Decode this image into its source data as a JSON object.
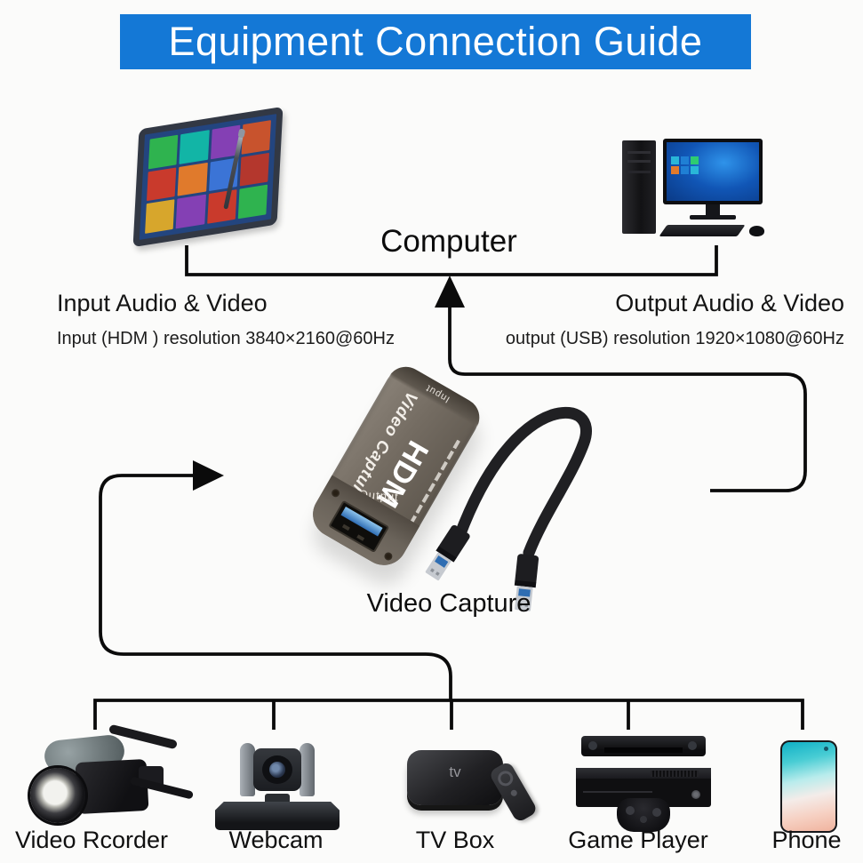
{
  "header": {
    "title": "Equipment Connection Guide"
  },
  "colors": {
    "banner_bg": "#1478d6",
    "banner_fg": "#ffffff",
    "line": "#0b0b0b"
  },
  "computer": {
    "label": "Computer"
  },
  "input_info": {
    "title": "Input Audio & Video",
    "detail": "Input (HDM ) resolution 3840×2160@60Hz"
  },
  "output_info": {
    "title": "Output Audio & Video",
    "detail": "output (USB) resolution 1920×1080@60Hz"
  },
  "capture": {
    "label": "Video Capture",
    "print_brand": "HDMI",
    "print_side": "Video Capture",
    "print_input": "Input",
    "print_output": "Output"
  },
  "tv_box": {
    "logo_text": "tv"
  },
  "devices": [
    {
      "label": "Video Rcorder"
    },
    {
      "label": "Webcam"
    },
    {
      "label": "TV Box"
    },
    {
      "label": "Game Player"
    },
    {
      "label": "Phone"
    }
  ]
}
